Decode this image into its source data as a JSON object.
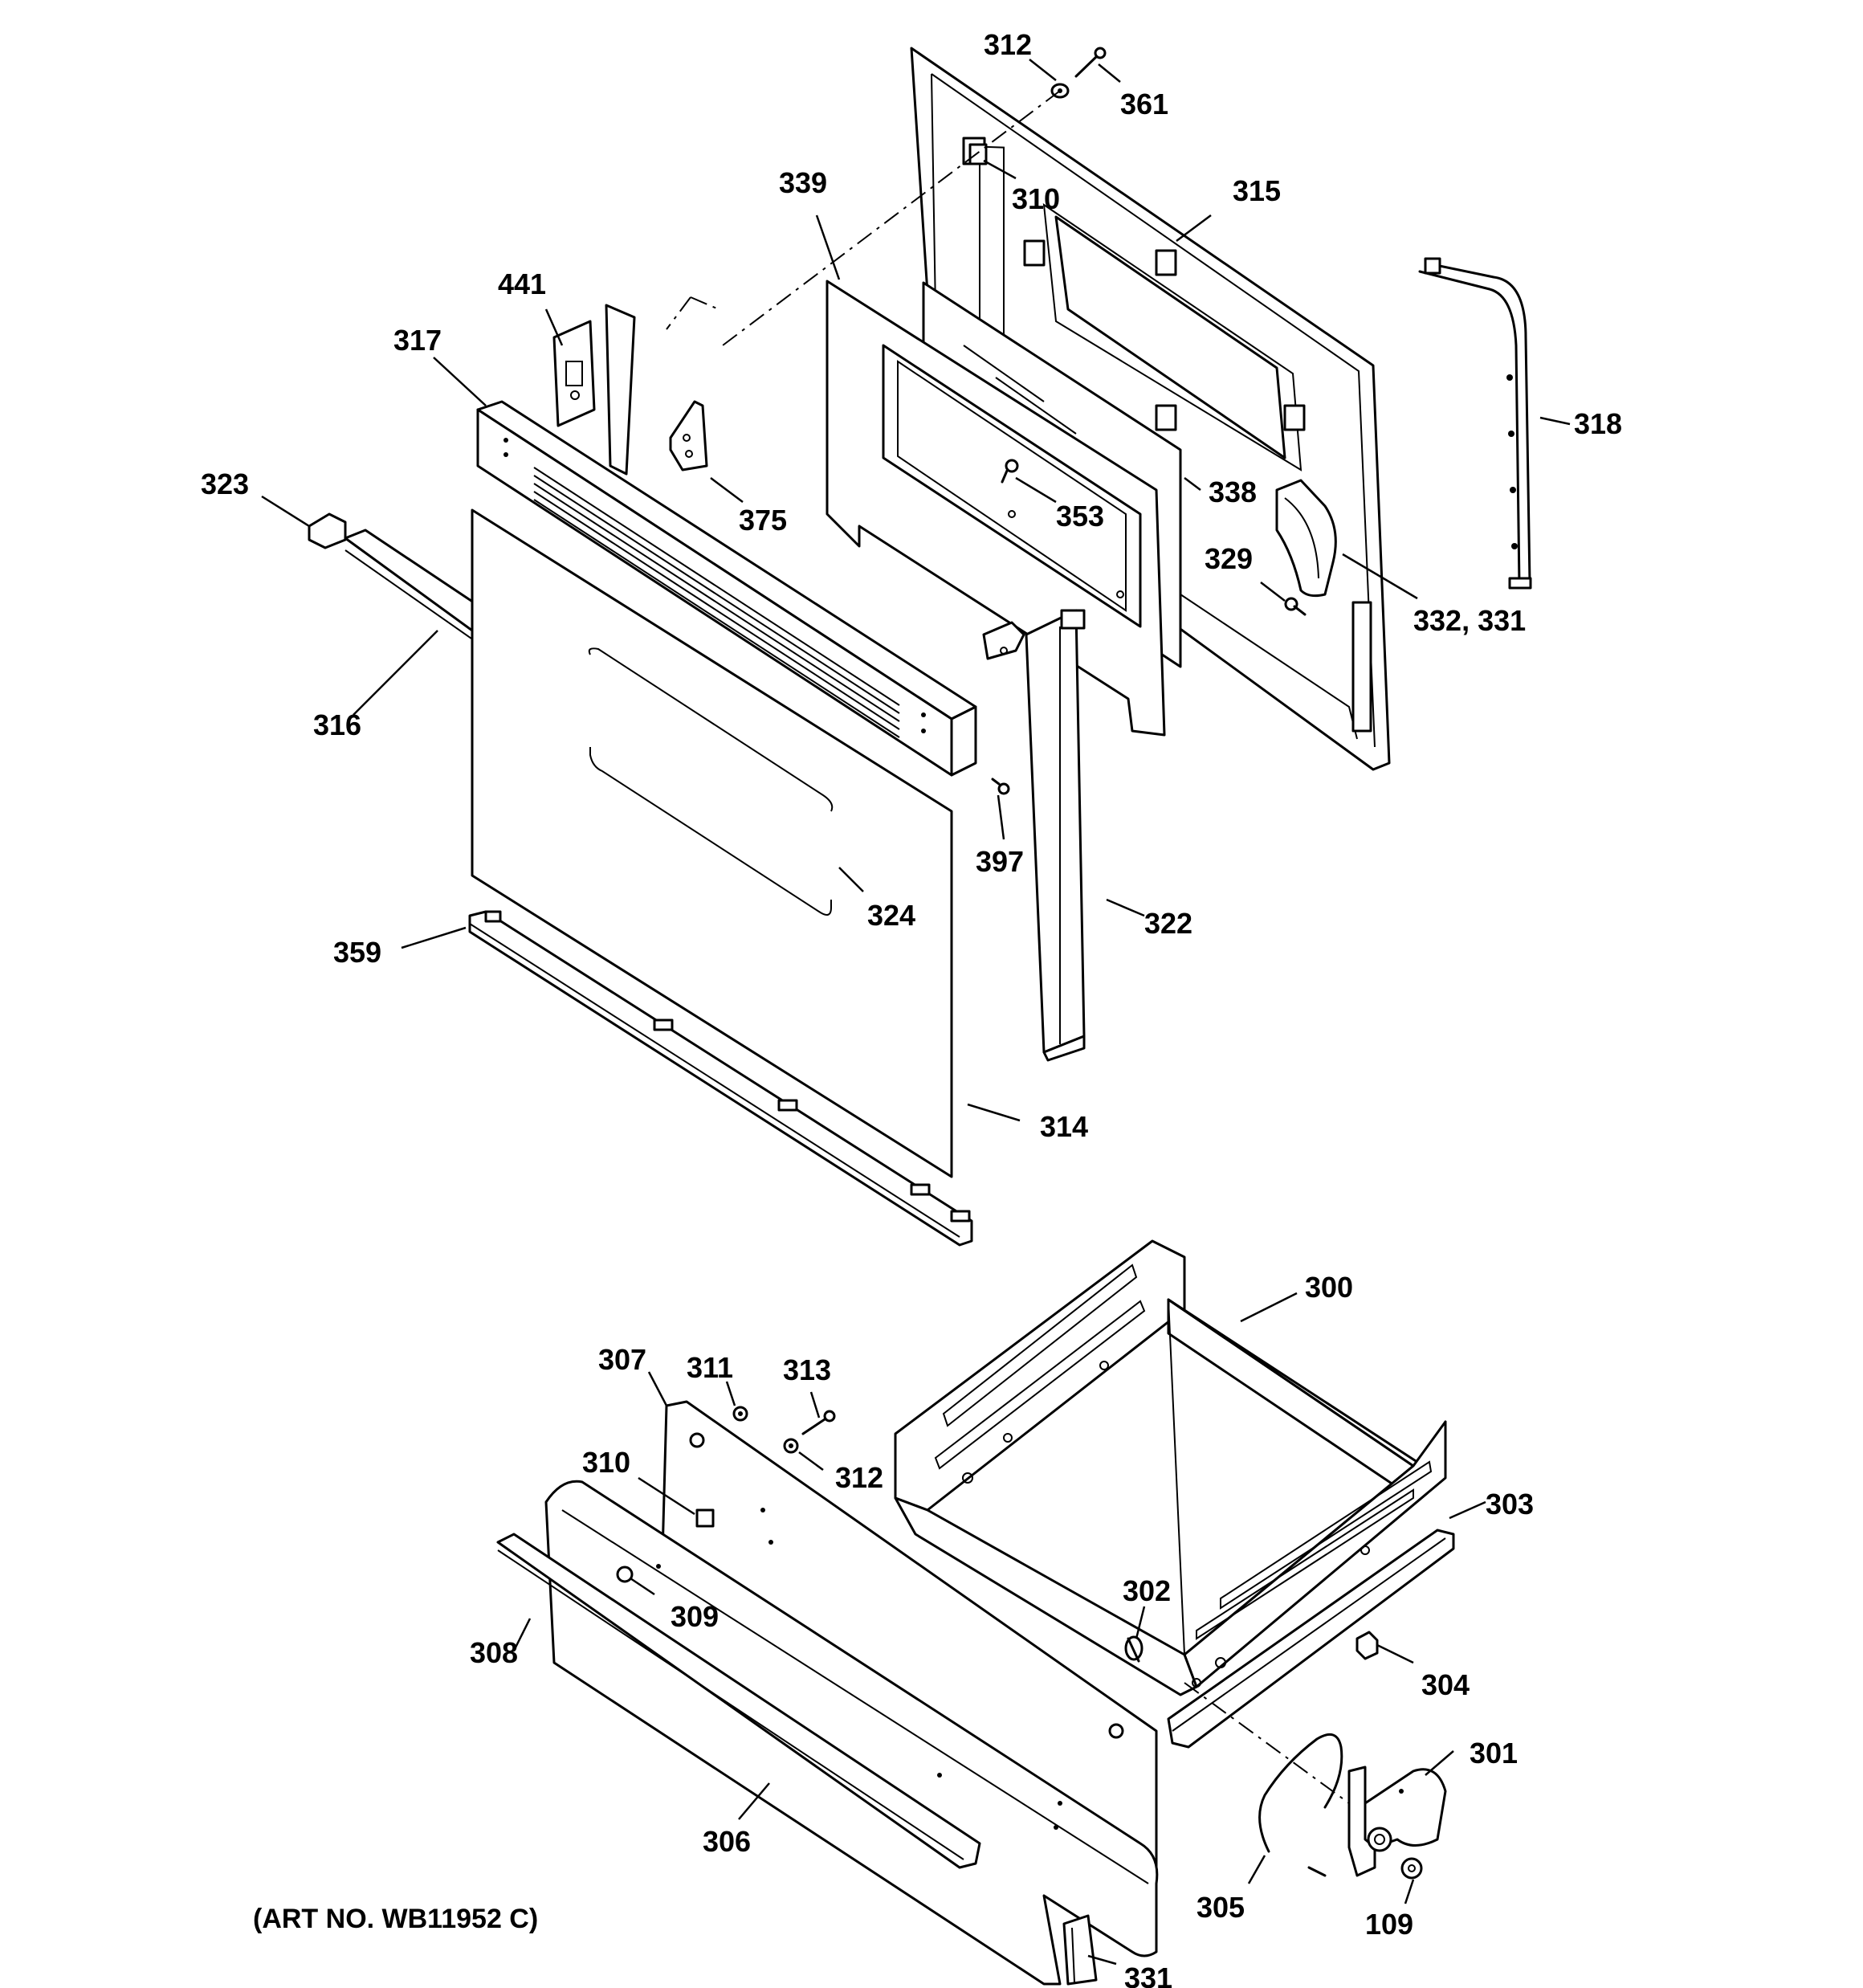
{
  "diagram": {
    "callouts": {
      "p312a": "312",
      "p361": "361",
      "p310a": "310",
      "p339": "339",
      "p315": "315",
      "p441": "441",
      "p317": "317",
      "p318": "318",
      "p323": "323",
      "p375": "375",
      "p338": "338",
      "p353": "353",
      "p329": "329",
      "p332_331": "332, 331",
      "p316": "316",
      "p397": "397",
      "p324": "324",
      "p322": "322",
      "p359": "359",
      "p314": "314",
      "p300": "300",
      "p307": "307",
      "p311": "311",
      "p313": "313",
      "p310b": "310",
      "p312b": "312",
      "p303": "303",
      "p302": "302",
      "p309": "309",
      "p308": "308",
      "p304": "304",
      "p301": "301",
      "p305": "305",
      "p306": "306",
      "p109": "109",
      "p331b": "331"
    },
    "footer": "(ART NO. WB11952 C)"
  }
}
